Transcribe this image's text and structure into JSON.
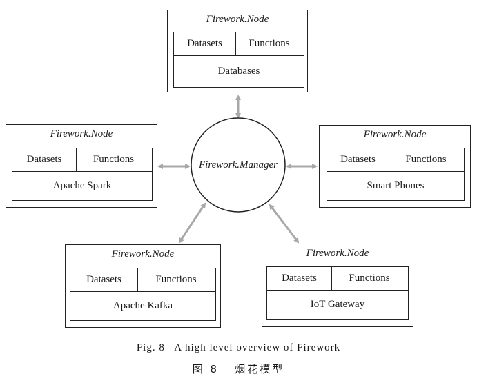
{
  "manager": {
    "label": "Firework.Manager"
  },
  "nodes": [
    {
      "id": "top",
      "title": "Firework.Node",
      "left": "Datasets",
      "right": "Functions",
      "bottom": "Databases"
    },
    {
      "id": "left",
      "title": "Firework.Node",
      "left": "Datasets",
      "right": "Functions",
      "bottom": "Apache Spark"
    },
    {
      "id": "right",
      "title": "Firework.Node",
      "left": "Datasets",
      "right": "Functions",
      "bottom": "Smart Phones"
    },
    {
      "id": "bottom-left",
      "title": "Firework.Node",
      "left": "Datasets",
      "right": "Functions",
      "bottom": "Apache Kafka"
    },
    {
      "id": "bottom-right",
      "title": "Firework.Node",
      "left": "Datasets",
      "right": "Functions",
      "bottom": "IoT Gateway"
    }
  ],
  "caption": {
    "english": "Fig. 8   A high level overview of Firework",
    "chinese": "图 8   烟花模型"
  },
  "colors": {
    "arrow": "#a8a8a8",
    "border": "#222222"
  }
}
